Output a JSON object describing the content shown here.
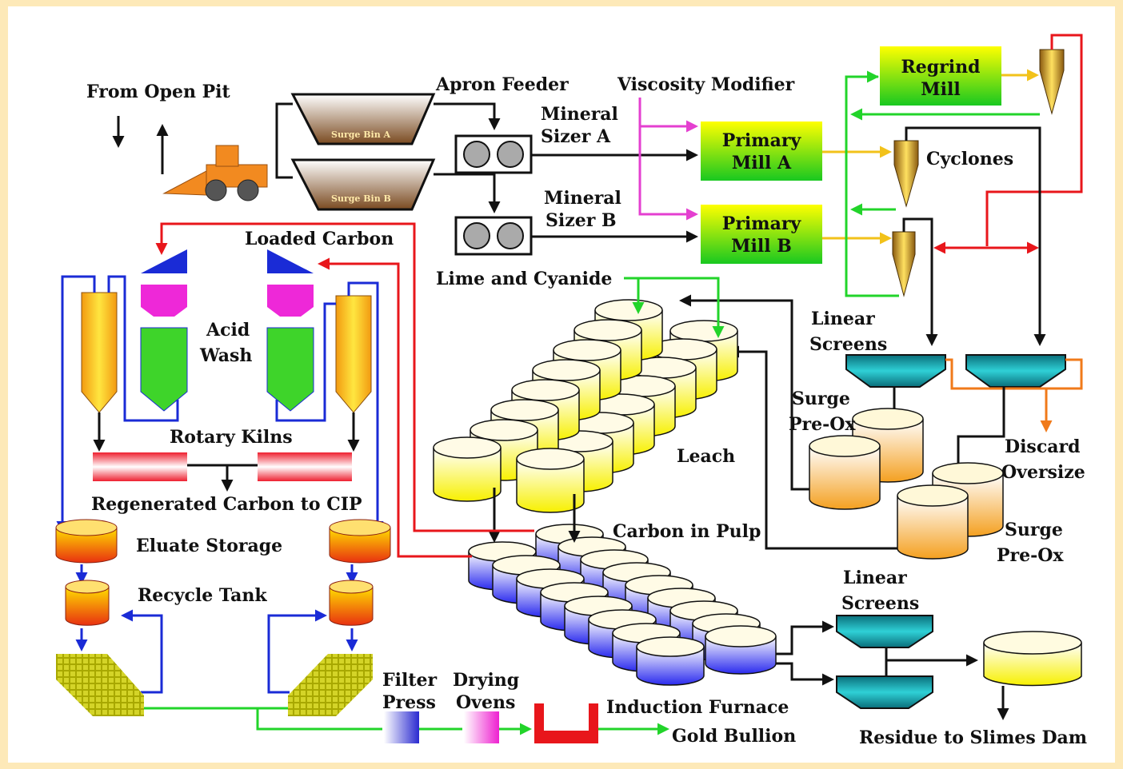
{
  "labels": {
    "from_open_pit": "From Open Pit",
    "apron_feeder": "Apron Feeder",
    "viscosity_modifier": "Viscosity Modifier",
    "regrind_mill": [
      "Regrind",
      "Mill"
    ],
    "mineral_sizer_a": [
      "Mineral",
      "Sizer A"
    ],
    "mineral_sizer_b": [
      "Mineral",
      "Sizer B"
    ],
    "primary_mill_a": [
      "Primary",
      "Mill A"
    ],
    "primary_mill_b": [
      "Primary",
      "Mill B"
    ],
    "cyclones": "Cyclones",
    "surge_bin_a": "Surge Bin A",
    "surge_bin_b": "Surge Bin B",
    "loaded_carbon": "Loaded Carbon",
    "lime_and_cyanide": "Lime and Cyanide",
    "acid_wash": [
      "Acid",
      "Wash"
    ],
    "linear_screens_top": [
      "Linear",
      "Screens"
    ],
    "surge_preox_1": [
      "Surge",
      "Pre-Ox"
    ],
    "discard_oversize": [
      "Discard",
      "Oversize"
    ],
    "leach": "Leach",
    "rotary_kilns": "Rotary Kilns",
    "regenerated_carbon": "Regenerated Carbon to CIP",
    "surge_preox_2": [
      "Surge",
      "Pre-Ox"
    ],
    "carbon_in_pulp": "Carbon in Pulp",
    "eluate_storage": "Eluate Storage",
    "linear_screens_bottom": [
      "Linear",
      "Screens"
    ],
    "recycle_tank": "Recycle Tank",
    "filter_press": [
      "Filter",
      "Press"
    ],
    "drying_ovens": [
      "Drying",
      "Ovens"
    ],
    "induction_furnace": "Induction Furnace",
    "gold_bullion": "Gold Bullion",
    "residue": "Residue to Slimes Dam"
  },
  "colors": {
    "frame": "#fde9b8",
    "red_line": "#e8161b",
    "blue_line": "#1a2bd6",
    "green_line": "#22d42a",
    "yellow_line": "#f2c21a",
    "magenta_line": "#e43fd0",
    "orange_line": "#f07a1a",
    "black_line": "#111111",
    "mill_green": "#3ed42a",
    "teal": "#18a8b0"
  }
}
